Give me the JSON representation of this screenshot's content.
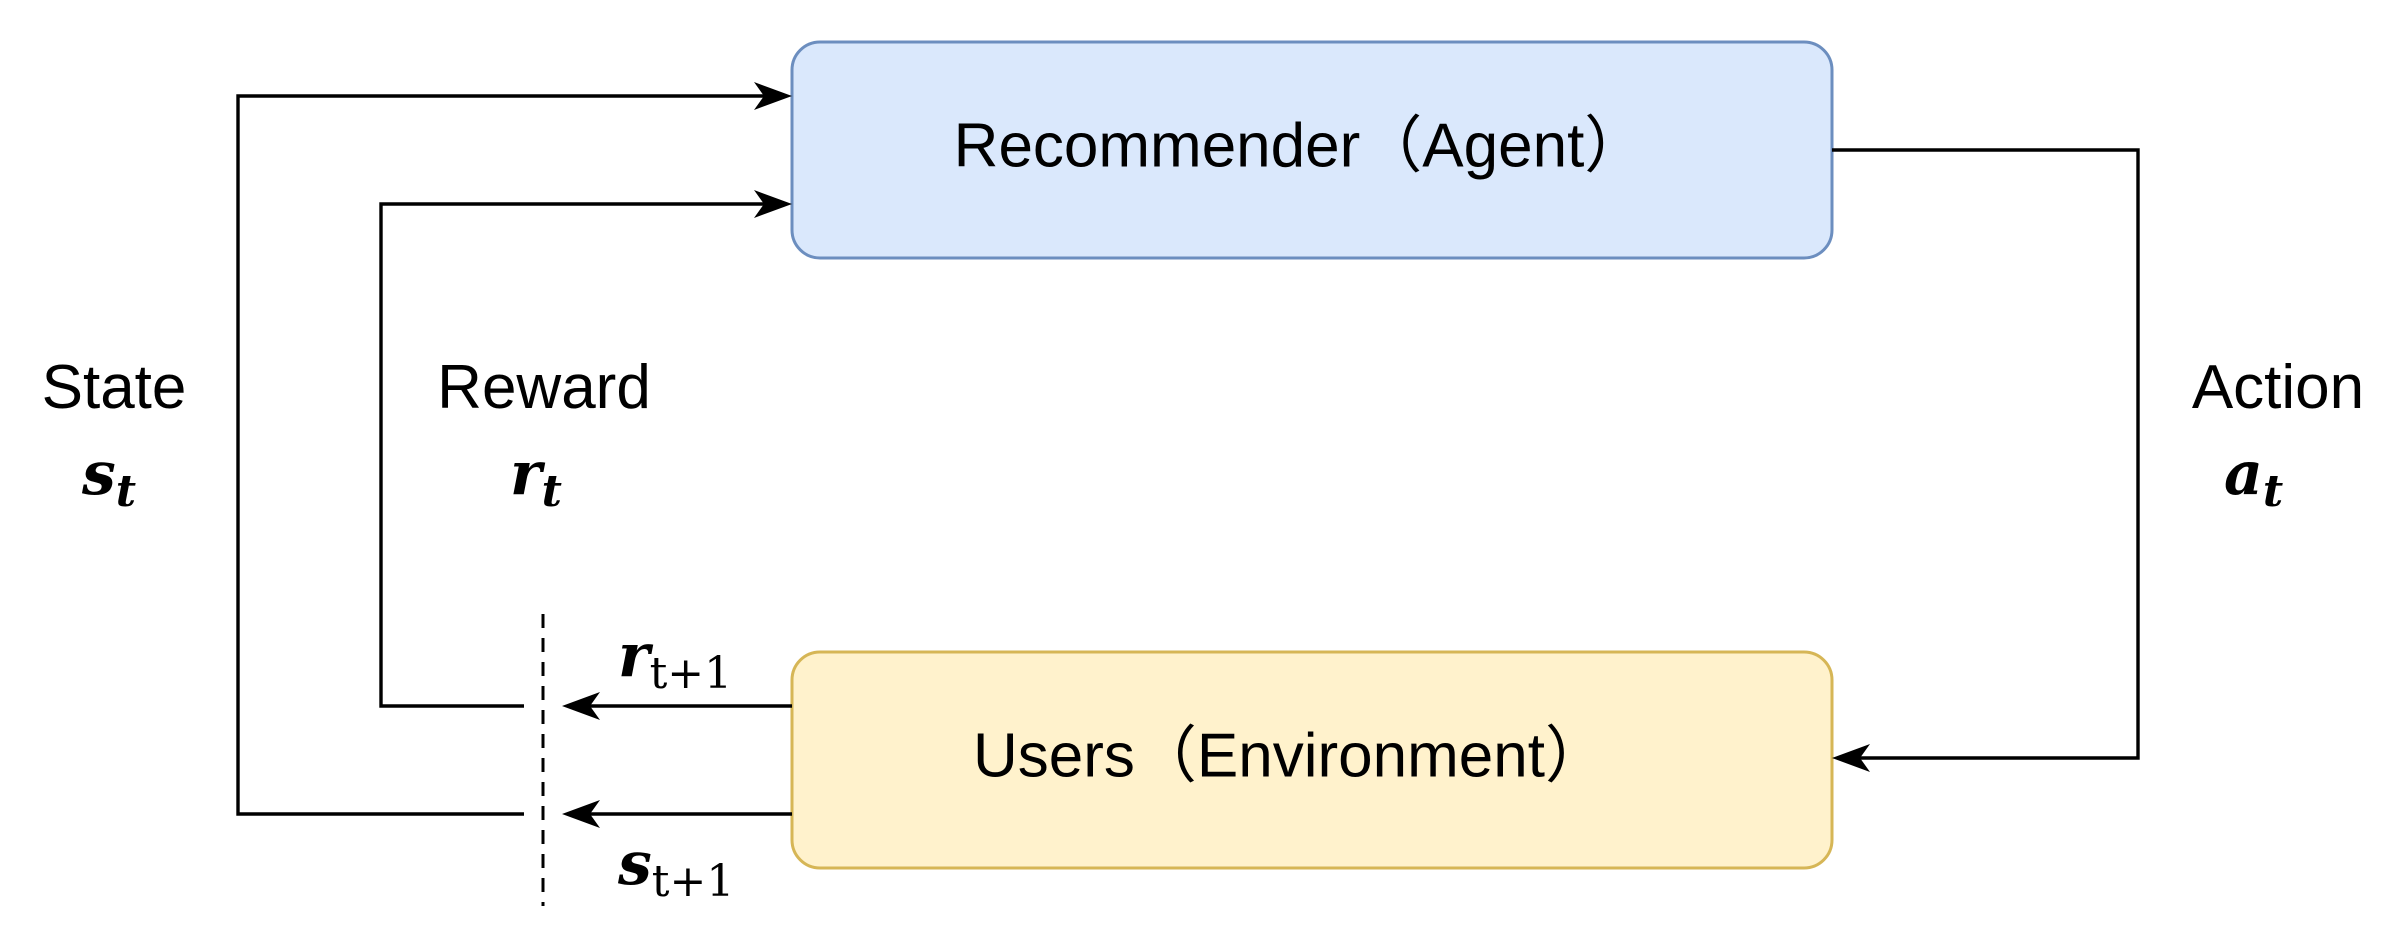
{
  "colors": {
    "agent_fill": "#dae8fc",
    "agent_stroke": "#6c8ebf",
    "env_fill": "#fff2cc",
    "env_stroke": "#d6b656"
  },
  "agent_box": {
    "label": "Recommender（Agent）"
  },
  "env_box": {
    "label": "Users（Environment）"
  },
  "state_label": {
    "word": "State",
    "symbol": "s",
    "subscript": "t"
  },
  "reward_label": {
    "word": "Reward",
    "symbol": "r",
    "subscript": "t"
  },
  "action_label": {
    "word": "Action",
    "symbol": "a",
    "subscript": "t"
  },
  "next_reward": {
    "symbol": "r",
    "subscript": "t+1"
  },
  "next_state": {
    "symbol": "s",
    "subscript": "t+1"
  }
}
